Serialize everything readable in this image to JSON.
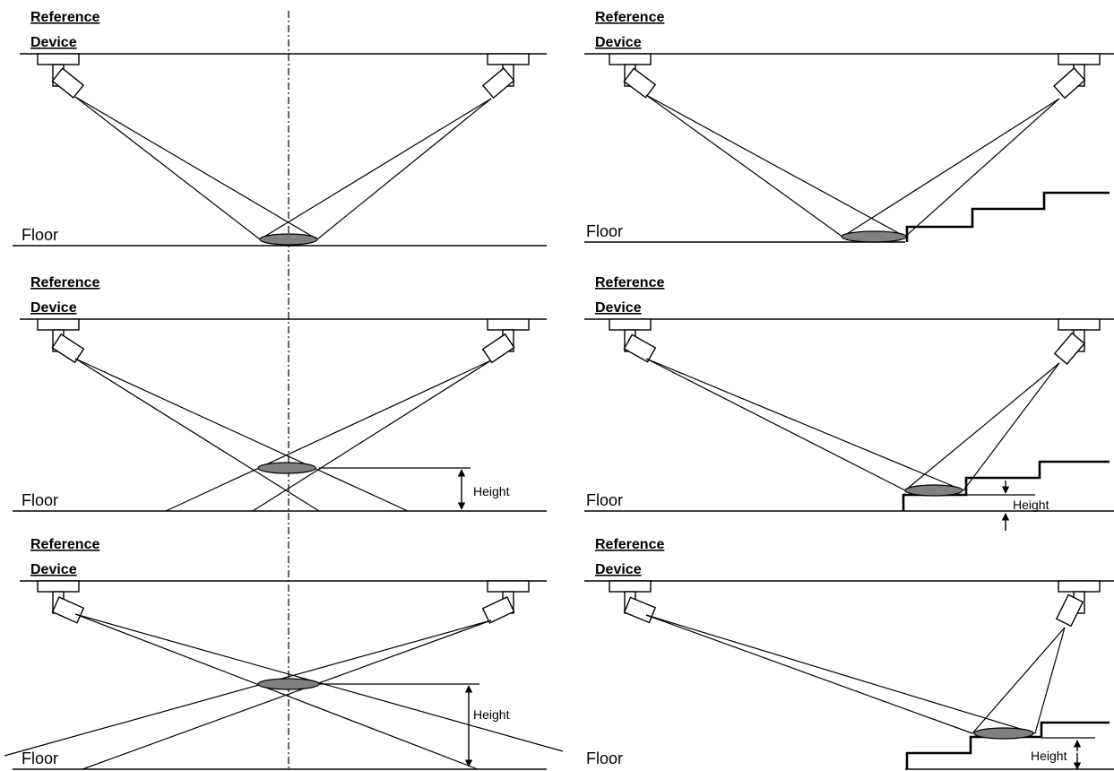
{
  "labels": {
    "reference": "Reference",
    "device": "Device",
    "floor": "Floor",
    "height": "Height"
  },
  "colors": {
    "line": "#000000",
    "spot_fill": "#808080",
    "background": "#ffffff"
  }
}
